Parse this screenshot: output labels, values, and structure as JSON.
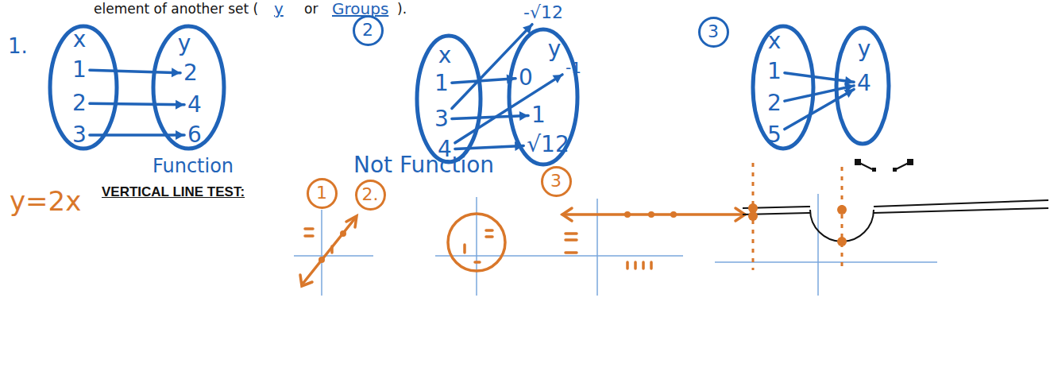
{
  "diagram": {
    "nodes": [
      {
        "text": [
          "x"
        ]
      },
      {
        "text": [
          "1"
        ],
        "in": 0
      },
      {
        "text": [
          "2"
        ],
        "in": 0
      },
      {
        "text": [
          "3"
        ],
        "in": 0
      },
      {
        "text": [
          "y"
        ]
      },
      {
        "text": [
          "2"
        ],
        "in": 4
      },
      {
        "text": [
          "4"
        ],
        "in": 4
      },
      {
        "text": [
          "6"
        ],
        "in": 4
      },
      {
        "text": [
          "2"
        ]
      },
      {
        "text": [
          "x"
        ]
      },
      {
        "text": [
          "1"
        ],
        "in": 9
      },
      {
        "text": [
          "3"
        ],
        "in": 9
      },
      {
        "text": [
          "4"
        ],
        "in": 9
      },
      {
        "text": [
          "y"
        ]
      },
      {
        "text": [
          "-1"
        ],
        "in": 13
      },
      {
        "text": [
          "0"
        ],
        "in": 13
      },
      {
        "text": [
          "1"
        ],
        "in": 13
      },
      {
        "text": [
          "√12"
        ],
        "in": 13
      },
      {
        "text": [
          "-√12"
        ]
      },
      {
        "text": [
          "3"
        ]
      },
      {
        "text": [
          "x"
        ]
      },
      {
        "text": [
          "1"
        ],
        "in": 20
      },
      {
        "text": [
          "2"
        ],
        "in": 20
      },
      {
        "text": [
          "5"
        ],
        "in": 20
      },
      {
        "text": [
          "y"
        ]
      },
      {
        "text": [
          "4"
        ],
        "in": 24
      },
      {
        "text": [
          "1"
        ]
      },
      {
        "text": [
          "2."
        ]
      },
      {
        "text": [
          "3"
        ]
      }
    ],
    "edges": [
      {
        "from": 1,
        "to": 5,
        "arrow": "to"
      },
      {
        "from": 2,
        "to": 6,
        "arrow": "to"
      },
      {
        "from": 3,
        "to": 7,
        "arrow": "to"
      },
      {
        "from": 10,
        "to": 15,
        "arrow": "to"
      },
      {
        "from": 11,
        "to": 16,
        "arrow": "to"
      },
      {
        "from": 12,
        "to": 17,
        "arrow": "to"
      },
      {
        "from": 11,
        "to": 18,
        "arrow": "to"
      },
      {
        "from": 12,
        "to": 14,
        "arrow": "to"
      },
      {
        "from": 21,
        "to": 25,
        "arrow": "to"
      },
      {
        "from": 22,
        "to": 25,
        "arrow": "to"
      },
      {
        "from": 23,
        "to": 25,
        "arrow": "to"
      }
    ],
    "labels": [
      "element of another set (",
      "y",
      "or",
      "Groups",
      ").",
      "1.",
      "Function",
      "Not Function",
      "y=2x",
      "VERTICAL LINE TEST:"
    ]
  }
}
